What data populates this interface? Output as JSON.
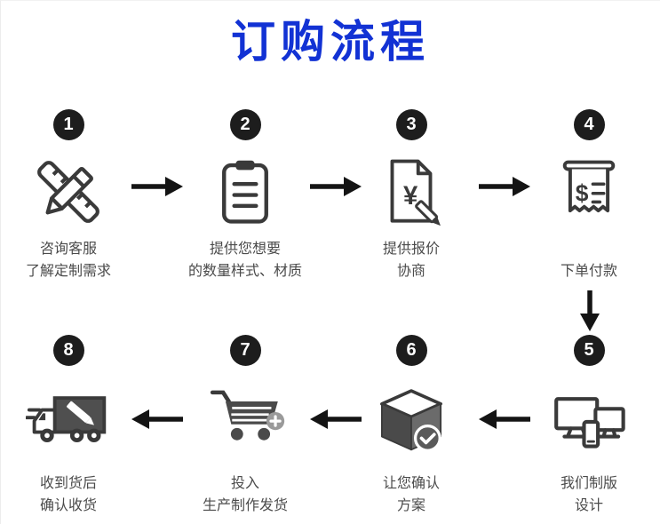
{
  "title": "订购流程",
  "colors": {
    "title_blue": "#1232d4",
    "icon_gray": "#3a3a3a",
    "badge_black": "#1d1d1d",
    "label_gray": "#4b4b4b",
    "arrow_black": "#141414"
  },
  "steps": [
    {
      "number": "1",
      "icon": "pen-ruler-icon",
      "line1": "咨询客服",
      "line2": "了解定制需求"
    },
    {
      "number": "2",
      "icon": "clipboard-icon",
      "line1": "提供您想要",
      "line2": "的数量样式、材质"
    },
    {
      "number": "3",
      "icon": "quotation-document-icon",
      "icon_symbol": "¥",
      "line1": "提供报价",
      "line2": "协商"
    },
    {
      "number": "4",
      "icon": "payment-receipt-icon",
      "icon_symbol": "$",
      "line1": "下单付款",
      "line2": ""
    },
    {
      "number": "5",
      "icon": "design-devices-icon",
      "line1": "我们制版",
      "line2": "设计"
    },
    {
      "number": "6",
      "icon": "confirm-package-icon",
      "line1": "让您确认",
      "line2": "方案"
    },
    {
      "number": "7",
      "icon": "production-cart-icon",
      "line1": "投入",
      "line2": "生产制作发货"
    },
    {
      "number": "8",
      "icon": "delivery-truck-icon",
      "line1": "收到货后",
      "line2": "确认收货"
    }
  ]
}
